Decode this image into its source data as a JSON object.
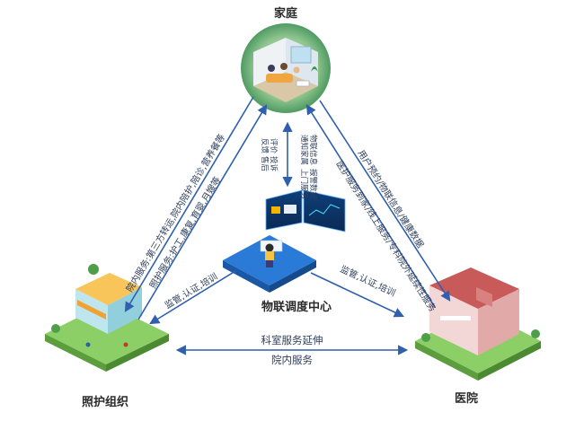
{
  "nodes": {
    "home": {
      "label": "家庭"
    },
    "center": {
      "label": "物联调度中心"
    },
    "care_org": {
      "label": "照护组织"
    },
    "hospital": {
      "label": "医院"
    }
  },
  "edges": {
    "home_care_line1": "院内服务:第三方转运,院内陪护,陪诊,营养餐等",
    "home_care_line2": "照护服务:护工,康复,育婴,月嫂等",
    "home_hospital_line1": "用户预约/物联信息/健康数据",
    "home_hospital_line2": "医护服务到家/线上服务/专科院外延续性服务",
    "center_home_a": "通知家属",
    "center_home_a2": "上门服务",
    "center_home_b": "物联信息",
    "center_home_b2": "报警数据",
    "center_home_c": "评价",
    "center_home_c2": "投诉",
    "center_home_d": "反馈",
    "center_home_d2": "售后",
    "center_care": "监管,认证,培训",
    "center_hospital": "监管,认证,培训",
    "care_hospital_top": "科室服务延伸",
    "care_hospital_bottom": "院内服务"
  },
  "colors": {
    "arrow": "#2f5fae",
    "center_platform": "#1f6dc9",
    "home_circle": "#6fae7a",
    "grass": "#7cc25a"
  }
}
